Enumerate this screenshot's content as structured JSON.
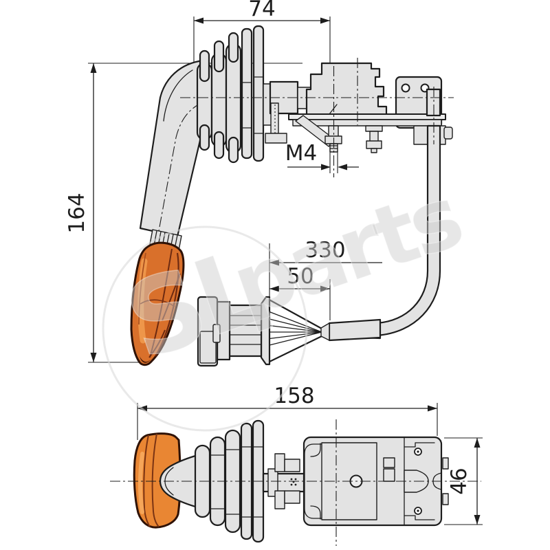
{
  "drawing": {
    "dimensions": {
      "top_width": "74",
      "side_height": "164",
      "thread": "M4",
      "cable_length": "330",
      "sleeve_offset": "50",
      "bottom_width": "158",
      "body_depth": "46"
    },
    "watermark": {
      "text_main": "SL",
      "text_sub": "parts"
    },
    "colors": {
      "line": "#1d1d1d",
      "part_fill": "#e3e3e3",
      "knob_orange": "#d9702b",
      "knob_orange_bright": "#f09a4e",
      "knob_outline": "#2f1206",
      "watermark_gray": "#e9e9e9"
    }
  }
}
